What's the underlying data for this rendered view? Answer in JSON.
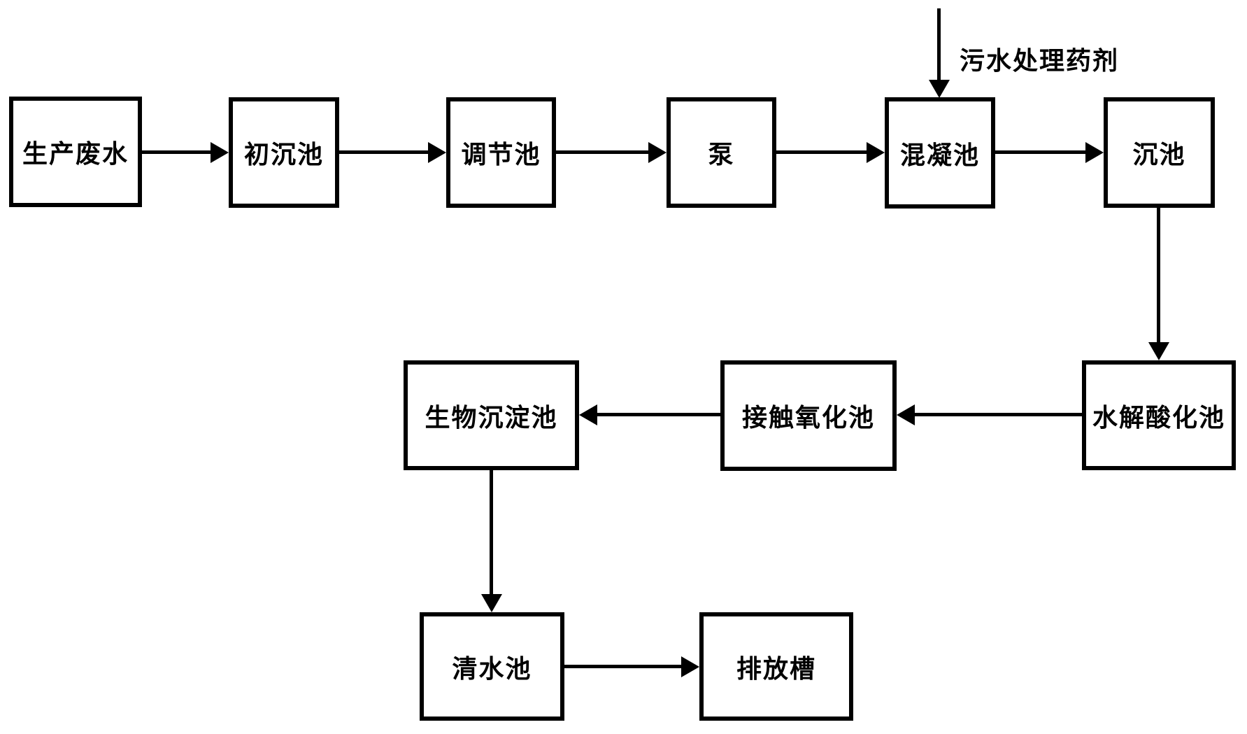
{
  "diagram": {
    "type": "flowchart",
    "subject": "wastewater-treatment-process",
    "colors": {
      "background": "#ffffff",
      "line": "#000000",
      "text": "#000000"
    },
    "annotation": {
      "label": "污水处理药剂"
    },
    "nodes": [
      {
        "id": "production-wastewater",
        "label": "生产废水"
      },
      {
        "id": "primary-sedimentation-tank",
        "label": "初沉池"
      },
      {
        "id": "regulating-tank",
        "label": "调节池"
      },
      {
        "id": "pump",
        "label": "泵"
      },
      {
        "id": "coagulation-tank",
        "label": "混凝池"
      },
      {
        "id": "sedimentation-tank",
        "label": "沉池"
      },
      {
        "id": "hydrolysis-acidification-tank",
        "label": "水解酸化池"
      },
      {
        "id": "contact-oxidation-tank",
        "label": "接触氧化池"
      },
      {
        "id": "biological-sedimentation-tank",
        "label": "生物沉淀池"
      },
      {
        "id": "clear-water-tank",
        "label": "清水池"
      },
      {
        "id": "discharge-trough",
        "label": "排放槽"
      }
    ],
    "edges": [
      {
        "from": "production-wastewater",
        "to": "primary-sedimentation-tank"
      },
      {
        "from": "primary-sedimentation-tank",
        "to": "regulating-tank"
      },
      {
        "from": "regulating-tank",
        "to": "pump"
      },
      {
        "from": "pump",
        "to": "coagulation-tank"
      },
      {
        "from": "chemical-dosing-annotation",
        "to": "coagulation-tank"
      },
      {
        "from": "coagulation-tank",
        "to": "sedimentation-tank"
      },
      {
        "from": "sedimentation-tank",
        "to": "hydrolysis-acidification-tank"
      },
      {
        "from": "hydrolysis-acidification-tank",
        "to": "contact-oxidation-tank"
      },
      {
        "from": "contact-oxidation-tank",
        "to": "biological-sedimentation-tank"
      },
      {
        "from": "biological-sedimentation-tank",
        "to": "clear-water-tank"
      },
      {
        "from": "clear-water-tank",
        "to": "discharge-trough"
      }
    ]
  }
}
